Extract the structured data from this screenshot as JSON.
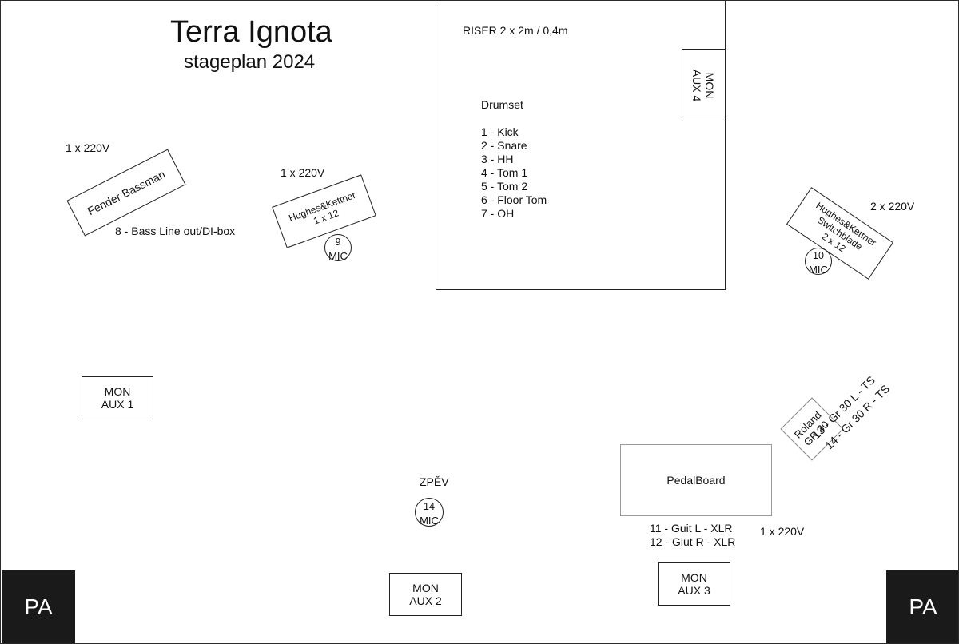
{
  "header": {
    "title": "Terra Ignota",
    "subtitle": "stageplan 2024"
  },
  "riser": {
    "label": "RISER 2 x 2m / 0,4m",
    "drumset_heading": "Drumset",
    "drum_channels": [
      "1 - Kick",
      "2 - Snare",
      "3 - HH",
      "4 - Tom 1",
      "5 - Tom 2",
      "6 - Floor Tom",
      "7 - OH"
    ]
  },
  "monitors": {
    "aux1": {
      "line1": "MON",
      "line2": "AUX 1"
    },
    "aux2": {
      "line1": "MON",
      "line2": "AUX 2"
    },
    "aux3": {
      "line1": "MON",
      "line2": "AUX 3"
    },
    "aux4": {
      "line1": "MON",
      "line2": "AUX 4"
    }
  },
  "bass": {
    "power": "1 x 220V",
    "amp": "Fender Bassman",
    "channel": "8 - Bass Line out/DI-box"
  },
  "guitar_left": {
    "power": "1 x 220V",
    "amp_line1": "Hughes&Kettner",
    "amp_line2": "1 x 12",
    "mic_num": "9",
    "mic_label": "MIC"
  },
  "guitar_right": {
    "power": "2 x 220V",
    "amp_line1": "Hughes&Kettner",
    "amp_line2": "Switchblade",
    "amp_line3": "2 x 12",
    "mic_num": "10",
    "mic_label": "MIC"
  },
  "vocal": {
    "label": "ZPĚV",
    "mic_num": "14",
    "mic_label": "MIC"
  },
  "pedalboard": {
    "label": "PedalBoard",
    "channel_1": "11 - Guit L - XLR",
    "channel_2": "12 - Giut R - XLR",
    "power": "1 x 220V"
  },
  "roland": {
    "line1": "Roland",
    "line2": "GR 30",
    "channel_1": "13 - Gr 30 L - TS",
    "channel_2": "14 - Gr 30 R - TS"
  },
  "pa": {
    "left": "PA",
    "right": "PA"
  },
  "colors": {
    "line": "#222222",
    "pa_fill": "#1a1a1a",
    "pedalboard_border": "#9a9a9a"
  }
}
